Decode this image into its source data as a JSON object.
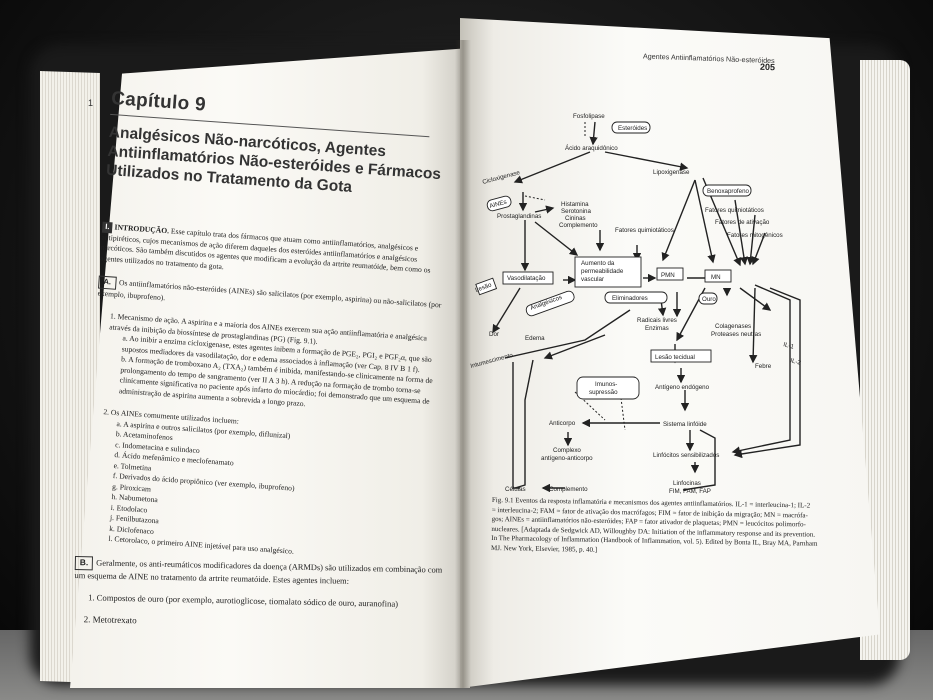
{
  "left_page": {
    "side_page_number": "1",
    "chapter_heading": "Capítulo 9",
    "chapter_title": [
      "Analgésicos Não-narcóticos, Agentes",
      "Antiinflamatórios Não-esteróides e Fármacos",
      "Utilizados no Tratamento da Gota"
    ],
    "intro_tag": "I.",
    "intro_label": "INTRODUÇÃO.",
    "intro_text": "Esse capítulo trata dos fármacos que atuam como antiinflamatórios, analgésicos e antipiréticos, cujos mecanismos de ação diferem daqueles dos esteróides antiinflamatórios e analgésicos narcóticos. São também discutidos os agentes que modificam a evolução da artrite reumatóide, bem como os agentes utilizados no tratamento da gota.",
    "section_a_tag": "A.",
    "section_a_text": "Os antiinflamatórios não-esteróides (AINEs) são salicilatos (por exemplo, aspirina) ou não-salicilatos (por exemplo, ibuprofeno).",
    "mechanism": [
      "1. Mecanismo de ação. A aspirina e a maioria dos AINEs exercem sua ação antiinflamatória e analgésica através da inibição da biossíntese de prostaglandinas (PG) (Fig. 9.1).",
      "a. Ao inibir a enzima cicloxigenase, estes agentes inibem a formação de PGE₂, PGI₂ e PGF₂α, que são supostos mediadores da vasodilatação, dor e edema associados à inflamação (ver Cap. 8 IV B 1 f).",
      "b. A formação de tromboxano A₂ (TXA₂) também é inibida, manifestando-se clinicamente na forma de prolongamento do tempo de sangramento (ver II A 3 h). A redução na formação de trombo torna-se clinicamente significativa no paciente após infarto do miocárdio; foi demonstrado que um esquema de administração de aspirina aumenta a sobrevida a longo prazo."
    ],
    "common_heading": "2. Os AINEs comumente utilizados incluem:",
    "common_list": [
      "a. A aspirina e outros salicilatos (por exemplo, diflunizal)",
      "b. Acetaminofenos",
      "c. Indometacina e sulindaco",
      "d. Ácido mefenâmico e meclofenamato",
      "e. Tolmetina",
      "f. Derivados do ácido propiônico (ver exemplo, ibuprofeno)",
      "g. Piroxicam",
      "h. Nabumetona",
      "i. Etodolaco",
      "j. Fenilbutazona",
      "k. Diclofenaco",
      "l. Cetorolaco, o primeiro AINE injetável para uso analgésico."
    ],
    "section_b_tag": "B.",
    "section_b_text": "Geralmente, os anti-reumáticos modificadores da doença (ARMDs) são utilizados em combinação com um esquema de AINE no tratamento da artrite reumatóide. Estes agentes incluem:",
    "b_list": [
      "1. Compostos de ouro (por exemplo, aurotioglicose, tiomalato sódico de ouro, auranofina)",
      "2. Metotrexato"
    ]
  },
  "right_page": {
    "running_head": "Agentes Antiinflamatórios Não-esteróides",
    "page_number": "205",
    "diagram_labels": {
      "fosfolipase": "Fosfolipase",
      "esteroides": "Esteróides",
      "acido": "Ácido araquidônico",
      "cicloxigenase": "Cicloxigenase",
      "lipoxigenase": "Lipoxigenase",
      "benoxaprofeno": "Benoxaprofeno",
      "aines": "AINEs",
      "prostaglandinas": "Prostaglandinas",
      "histamina": "Histamina",
      "serotonina": "Serotonina",
      "cininas": "Cininas",
      "complemento": "Complemento",
      "fatores_quimiotaticos": "Fatores quimiotáticos",
      "fatores_quimiotaticos2": "Fatores quimiotáticos",
      "fatores_ativacao": "Fatores de ativação",
      "fatores_mitogenicos": "Fatores mitogênicos",
      "lesao": "Lesão",
      "vasodilatacao": "Vasodilatação",
      "aumento_line1": "Aumento da",
      "aumento_line2": "permeabilidade",
      "aumento_line3": "vascular",
      "pmn": "PMN",
      "mn": "MN",
      "analgesicos": "Analgésicos",
      "eliminadores": "Eliminadores",
      "ouro": "Ouro",
      "dor": "Dor",
      "edema": "Edema",
      "radicais": "Radicais livres",
      "enzimas": "Enzimas",
      "colagenases": "Colagenases",
      "proteases": "Proteases neutras",
      "inflamacao": "Intumescimento",
      "lesao_tecidual": "Lesão tecidual",
      "febre": "Febre",
      "il1": "IL-1",
      "il2": "IL-2",
      "imunossupressao_1": "Imunos-",
      "imunossupressao_2": "supressão",
      "antigeno": "Antígeno endógeno",
      "anticorpo": "Anticorpo",
      "sistema_linfoide": "Sistema linfóide",
      "complexo_1": "Complexo",
      "complexo_2": "antígeno-anticorpo",
      "linfocitos": "Linfócitos sensibilizados",
      "celulas": "Células",
      "complemento2": "Complemento",
      "linfocinas_1": "Linfocinas",
      "linfocinas_2": "FIM, FAM, FAP"
    },
    "caption_lines": [
      "Fig. 9.1 Eventos da resposta inflamatória e mecanismos dos agentes antiinflamatórios. IL-1 = interleucina-1; IL-2",
      "= interleucina-2; FAM = fator de ativação dos macrófagos; FIM = fator de inibição da migração; MN = macrófa-",
      "gos; AINEs = antiinflamatórios não-esteróides; FAP = fator ativador de plaquetas; PMN = leucócitos polimorfo-",
      "nucleares. [Adaptada de Sedgwick AD, Willoughby DA: Initiation of the inflammatory response and its prevention.",
      "In The Pharmacology of Inflammation (Handbook of Inflammation, vol. 5). Edited by Bonta IL, Bray MA, Parnham",
      "MJ. New York, Elsevier, 1985, p. 40.]"
    ]
  }
}
